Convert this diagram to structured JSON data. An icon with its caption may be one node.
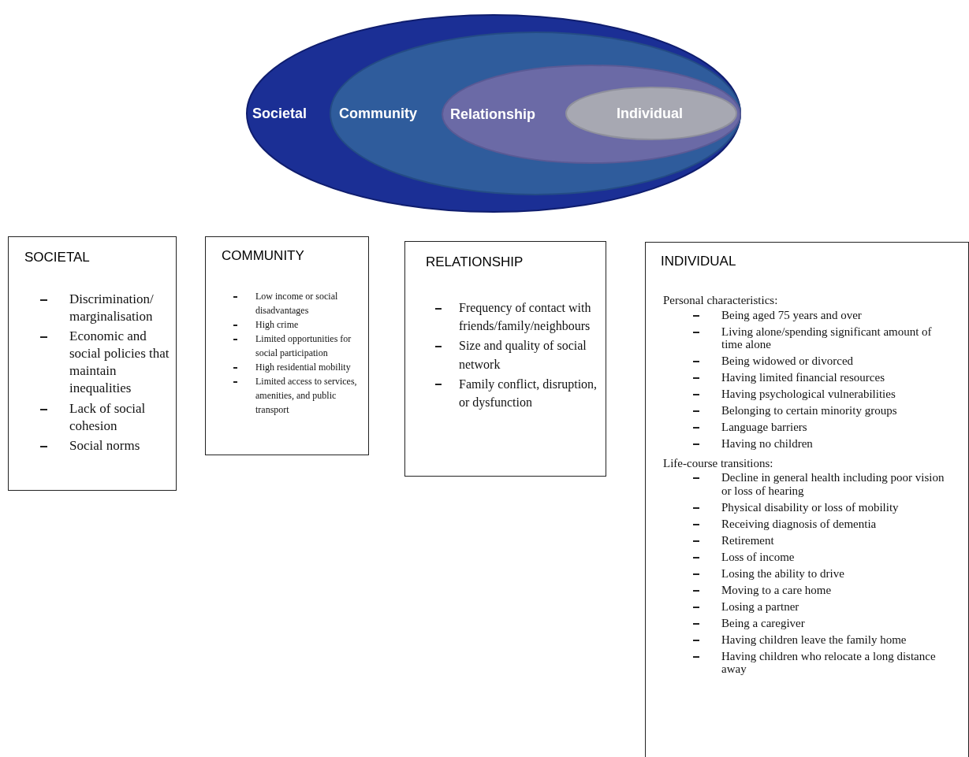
{
  "diagram": {
    "nodes": [
      {
        "text": [
          "Societal"
        ]
      },
      {
        "text": [
          "Community"
        ],
        "in": 0
      },
      {
        "text": [
          "Relationship"
        ],
        "in": 1
      },
      {
        "text": [
          "Individual"
        ],
        "in": 2
      },
      {
        "text": [
          "SOCIETAL",
          "Discrimination/ marginalisation",
          "Economic and social policies that maintain inequalities",
          "Lack of social cohesion",
          "Social norms"
        ]
      },
      {
        "text": [
          "COMMUNITY",
          "Low income or social disadvantages",
          "High crime",
          "Limited opportunities for social participation",
          "High residential mobility",
          "Limited access to services, amenities, and public transport"
        ]
      },
      {
        "text": [
          "RELATIONSHIP",
          "Frequency of contact with friends/family/neighbours",
          "Size and quality of social network",
          "Family conflict, disruption, or dysfunction"
        ]
      },
      {
        "text": [
          "INDIVIDUAL",
          "Personal characteristics:",
          "Being aged 75 years and over",
          "Living alone/spending significant amount of time alone",
          "Being widowed or divorced",
          "Having limited financial resources",
          "Having psychological vulnerabilities",
          "Belonging to certain minority groups",
          "Language barriers",
          "Having no children",
          "Life-course transitions:",
          "Decline in general health including poor vision or loss of hearing",
          "Physical disability or loss of mobility",
          "Receiving diagnosis of dementia",
          "Retirement",
          "Loss of income",
          "Losing the ability to drive",
          "Moving to a care home",
          "Losing a partner",
          "Being a caregiver",
          "Having children leave the family home",
          "Having children who relocate a long distance away"
        ]
      }
    ]
  }
}
